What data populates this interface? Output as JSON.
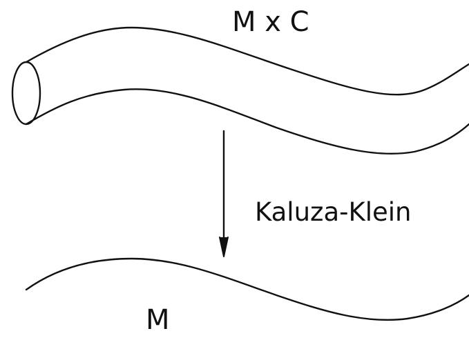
{
  "labels": {
    "product_space": "M x C",
    "reduction": "Kaluza-Klein",
    "base_space": "M"
  },
  "colors": {
    "stroke": "#111111",
    "background": "#ffffff"
  }
}
